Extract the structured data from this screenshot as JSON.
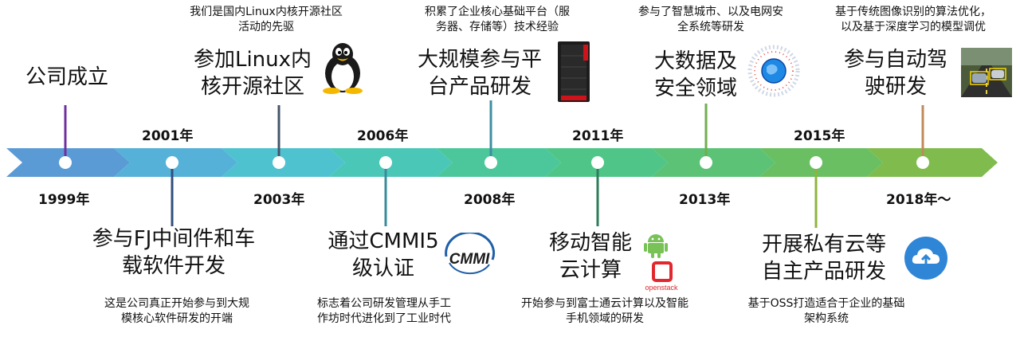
{
  "years": {
    "y1999": "1999年",
    "y2001": "2001年",
    "y2003": "2003年",
    "y2006": "2006年",
    "y2008": "2008年",
    "y2011": "2011年",
    "y2013": "2013年",
    "y2015": "2015年",
    "y2018": "2018年～"
  },
  "milestones": {
    "m1999": {
      "title": "公司成立"
    },
    "m2001": {
      "title": "参与FJ中间件和车\n载软件开发",
      "desc": "这是公司真正开始参与到大规\n模核心软件研发的开端"
    },
    "m2003": {
      "title": "参加Linux内\n核开源社区",
      "desc": "我们是国内Linux内核开源社区\n活动的先驱",
      "icon": "linux-tux-icon"
    },
    "m2006": {
      "title": "通过CMMI5\n级认证",
      "desc": "标志着公司研发管理从手工\n作坊时代进化到了工业时代",
      "logo_text": "CMMI",
      "icon": "cmmi-logo"
    },
    "m2008": {
      "title": "大规模参与平\n台产品研发",
      "desc": "积累了企业核心基础平台（服\n务器、存储等）技术经验",
      "icon": "server-icon"
    },
    "m2011": {
      "title": "移动智能\n云计算",
      "desc": "开始参与到富士通云计算以及智能\n手机领域的研发",
      "logo_text": "openstack",
      "icon": "android-icon"
    },
    "m2013": {
      "title": "大数据及\n安全领域",
      "desc": "参与了智慧城市、以及电网安\n全系统等研发",
      "icon": "globe-network-icon"
    },
    "m2015": {
      "title": "开展私有云等\n自主产品研发",
      "desc": "基于OSS打造适合于企业的基础\n架构系统",
      "icon": "cloud-upload-icon"
    },
    "m2018": {
      "title": "参与自动驾\n驶研发",
      "desc": "基于传统图像识别的算法优化，\n以及基于深度学习的模型调优",
      "icon": "car-camera-icon"
    }
  },
  "colors": {
    "segments": [
      "#5b9bd5",
      "#56b1d8",
      "#4fc2cf",
      "#4bc7b8",
      "#4bc79b",
      "#4fc687",
      "#5bc276",
      "#6abf62",
      "#7fbc4d"
    ],
    "connector_1999": "#7030a0",
    "connector_2001": "#2f4f7f",
    "connector_2003": "#44546a",
    "connector_2006": "#3a8c9c",
    "connector_2008": "#3e8ea0",
    "connector_2011": "#2e7d5b",
    "connector_2013": "#6fae4f",
    "connector_2015": "#8fb43c",
    "connector_2018": "#c08a5a"
  }
}
